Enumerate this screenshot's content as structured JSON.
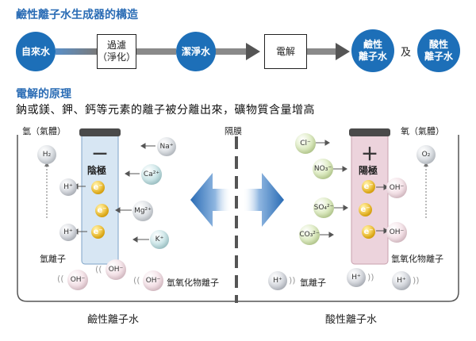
{
  "header": {
    "title": "鹼性離子水生成器的構造"
  },
  "flow": {
    "tap_water": "自來水",
    "filter": "過濾\n（淨化）",
    "clean_water": "潔淨水",
    "electrolysis": "電解",
    "alkaline": "鹼性\n離子水",
    "and": "及",
    "acidic": "酸性\n離子水"
  },
  "section2": {
    "title": "電解的原理",
    "subtitle": "鈉或鎂、鉀、鈣等元素的離子被分離出來，礦物質含量增高"
  },
  "diagram": {
    "hydrogen_gas": "氫（氣體）",
    "oxygen_gas": "氧（氣體）",
    "membrane": "隔膜",
    "cathode": "陰極",
    "anode": "陽極",
    "minus_sign": "－",
    "plus_sign": "＋",
    "hydrogen_ion": "氫離子",
    "hydroxide_ion": "氫氧化物離子",
    "alkaline_water": "鹼性離子水",
    "acidic_water": "酸性離子水",
    "ions": {
      "h2": "H₂",
      "o2": "O₂",
      "h_plus": "H⁺",
      "e_minus": "e⁻",
      "na": "Na⁺",
      "ca": "Ca²⁺",
      "mg": "Mg²⁺",
      "k": "K⁺",
      "cl": "Cl⁻",
      "no3": "NO₃⁻",
      "so4": "SO₄²⁻",
      "co3": "CO₃²⁻",
      "oh": "OH⁻"
    }
  },
  "colors": {
    "accent": "#1d6fb8",
    "cathode_tube": "#d7e6f3",
    "anode_tube": "#ecd3dc"
  }
}
